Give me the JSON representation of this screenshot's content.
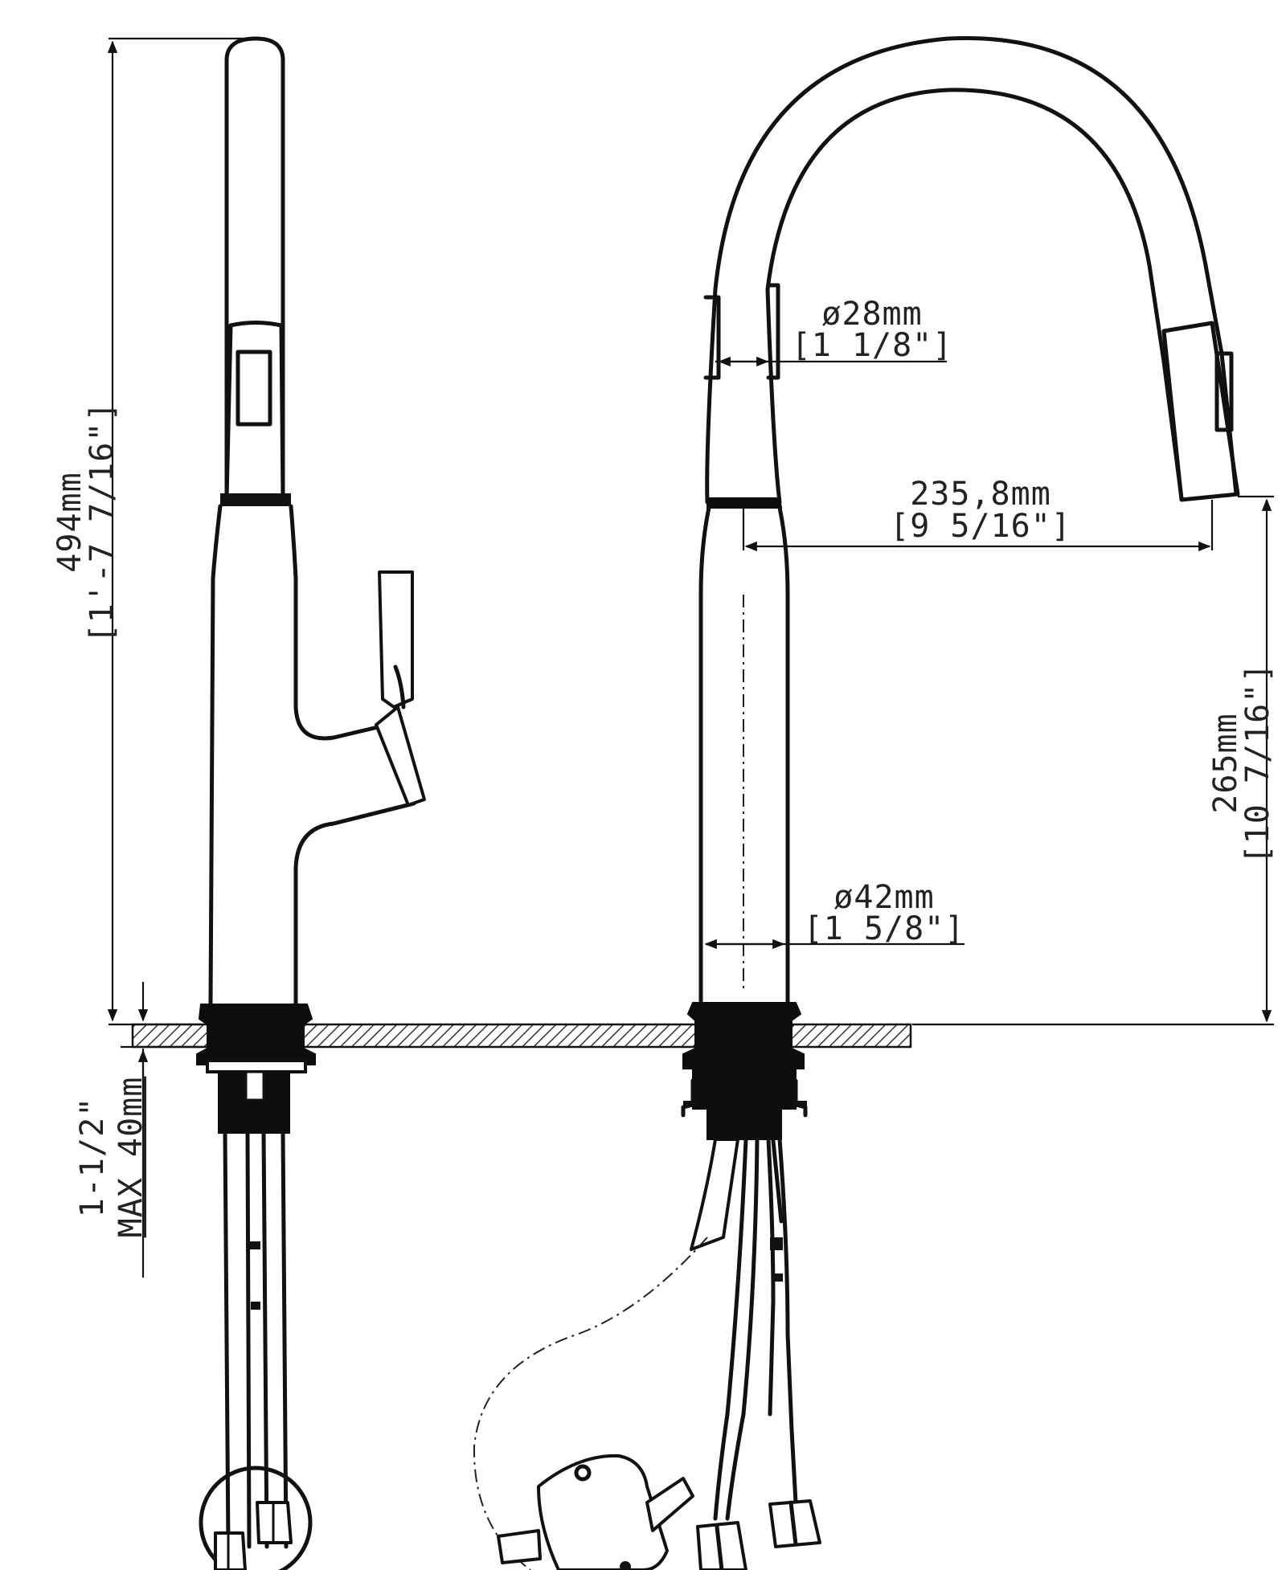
{
  "dimensions": {
    "overall_height": {
      "metric": "494mm",
      "imperial": "[1'-7 7/16\"]"
    },
    "deck_thickness": {
      "metric": "MAX 40mm",
      "imperial": "1-1/2\""
    },
    "hose_diameter": {
      "metric": "ø28mm",
      "imperial": "[1 1/8\"]"
    },
    "spout_reach": {
      "metric": "235,8mm",
      "imperial": "[9 5/16\"]"
    },
    "spout_height": {
      "metric": "265mm",
      "imperial": "[10 7/16\"]"
    },
    "body_diameter": {
      "metric": "ø42mm",
      "imperial": "[1 5/8\"]"
    }
  }
}
